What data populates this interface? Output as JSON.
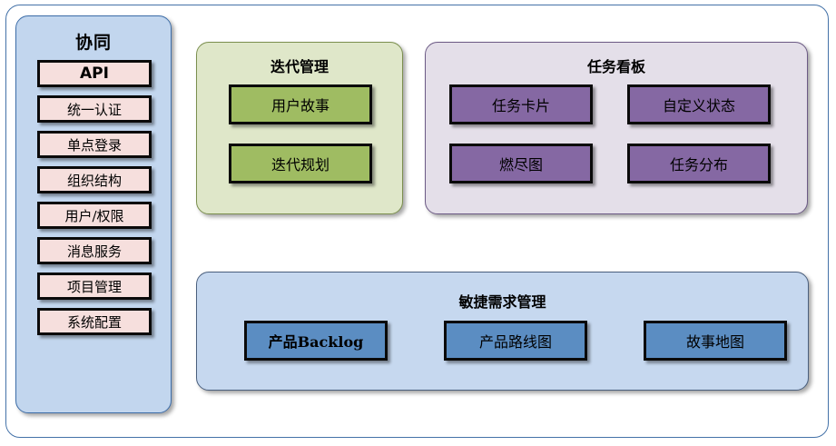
{
  "diagram": {
    "title_hidden": "",
    "colors": {
      "outer_border": "#4472a8",
      "sidebar_bg": "#c2d6ee",
      "sidebar_item_bg": "#f6dfdd",
      "iteration_bg": "#dfe7c9",
      "iteration_box_bg": "#9fbc62",
      "taskboard_bg": "#e4dfe9",
      "taskboard_box_bg": "#8568a3",
      "agile_bg": "#c6d8ef",
      "agile_box_bg": "#5b8dc2",
      "box_border": "#0a0a0a"
    }
  },
  "sidebar": {
    "title": "协同",
    "items": [
      {
        "label": "API",
        "latin": true
      },
      {
        "label": "统一认证",
        "latin": false
      },
      {
        "label": "单点登录",
        "latin": false
      },
      {
        "label": "组织结构",
        "latin": false
      },
      {
        "label": "用户/权限",
        "latin": false
      },
      {
        "label": "消息服务",
        "latin": false
      },
      {
        "label": "项目管理",
        "latin": false
      },
      {
        "label": "系统配置",
        "latin": false
      }
    ]
  },
  "iteration": {
    "title": "迭代管理",
    "boxes": [
      {
        "label": "用户故事"
      },
      {
        "label": "迭代规划"
      }
    ]
  },
  "taskboard": {
    "title": "任务看板",
    "boxes": [
      {
        "label": "任务卡片"
      },
      {
        "label": "自定义状态"
      },
      {
        "label": "燃尽图"
      },
      {
        "label": "任务分布"
      }
    ]
  },
  "agile": {
    "title": "敏捷需求管理",
    "boxes": [
      {
        "label": "产品Backlog",
        "latin": true
      },
      {
        "label": "产品路线图",
        "latin": false
      },
      {
        "label": "故事地图",
        "latin": false
      }
    ]
  }
}
